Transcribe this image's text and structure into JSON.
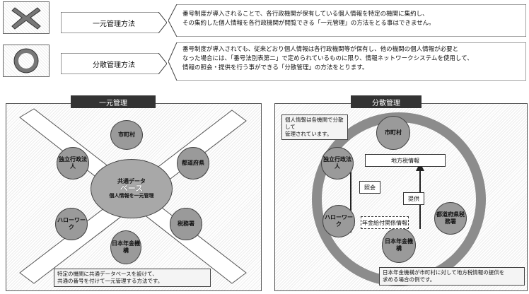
{
  "rows": [
    {
      "icon": "x-mark-icon",
      "label": "一元管理方法",
      "text": [
        "番号制度が導入されることで、各行政機関が保有している個人情報を特定の機関に集約し、",
        "その集約した個人情報を各行政機関が閲覧できる「一元管理」の方法をとる事はできません。"
      ]
    },
    {
      "icon": "circle-icon",
      "label": "分散管理方法",
      "text": [
        "番号制度が導入されても、従来どおり個人情報は各行政機関等が保有し、他の機関の個人情報が必要と",
        "なった場合には、「番号法別表第二」で定められているものに限り、情報ネットワークシステムを使用して、",
        "情報の照会・提供を行う事ができる「分散管理」の方法をとります。"
      ]
    }
  ],
  "left_panel": {
    "tab": "一元管理",
    "center": [
      "共通データ",
      "ベース",
      "個人情報を一元管理"
    ],
    "nodes": [
      "市町村",
      "独立行政法人",
      "都道府県",
      "ハローワーク",
      "日本年金機構",
      "税務署"
    ],
    "caption": [
      "特定の機関に共通データベースを設けて、",
      "共通の番号を付けて一元管理する方法です。"
    ]
  },
  "right_panel": {
    "tab": "分散管理",
    "note": [
      "個人情報は各機関で分散して",
      "管理されています。"
    ],
    "nodes": [
      "市町村",
      "独立行政法人",
      "ハローワーク",
      "日本年金機構",
      "都道府県税務署"
    ],
    "box_top": "地方税情報",
    "box_bottom": "年金給付関係情報",
    "flow_left": "照会",
    "flow_right": "提供",
    "caption": [
      "日本年金機構が市町村に対して地方税情報の提供を",
      "求める場合の例です。"
    ]
  }
}
